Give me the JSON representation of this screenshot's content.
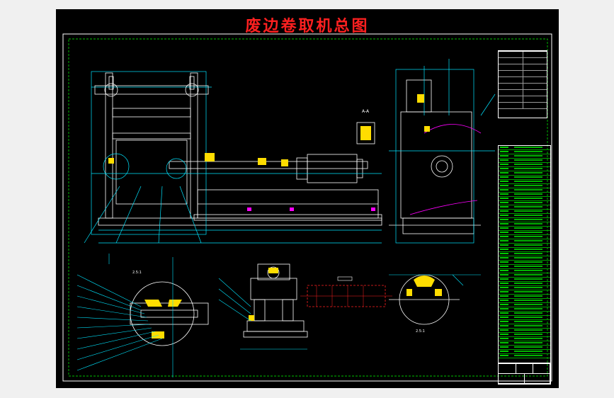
{
  "drawing": {
    "title": "废边卷取机总图"
  },
  "views": {
    "detail_scale_left": "2.5:1",
    "detail_scale_right": "2.5:1",
    "section_label": "A-A"
  },
  "colors": {
    "background": "#000000",
    "title": "#ff2020",
    "outline": "#ffffff",
    "dimension": "#00e5ff",
    "part": "#ffdd00",
    "section": "#ff00ff",
    "table_text": "#00ff00",
    "frame_dash": "#00ff00"
  }
}
